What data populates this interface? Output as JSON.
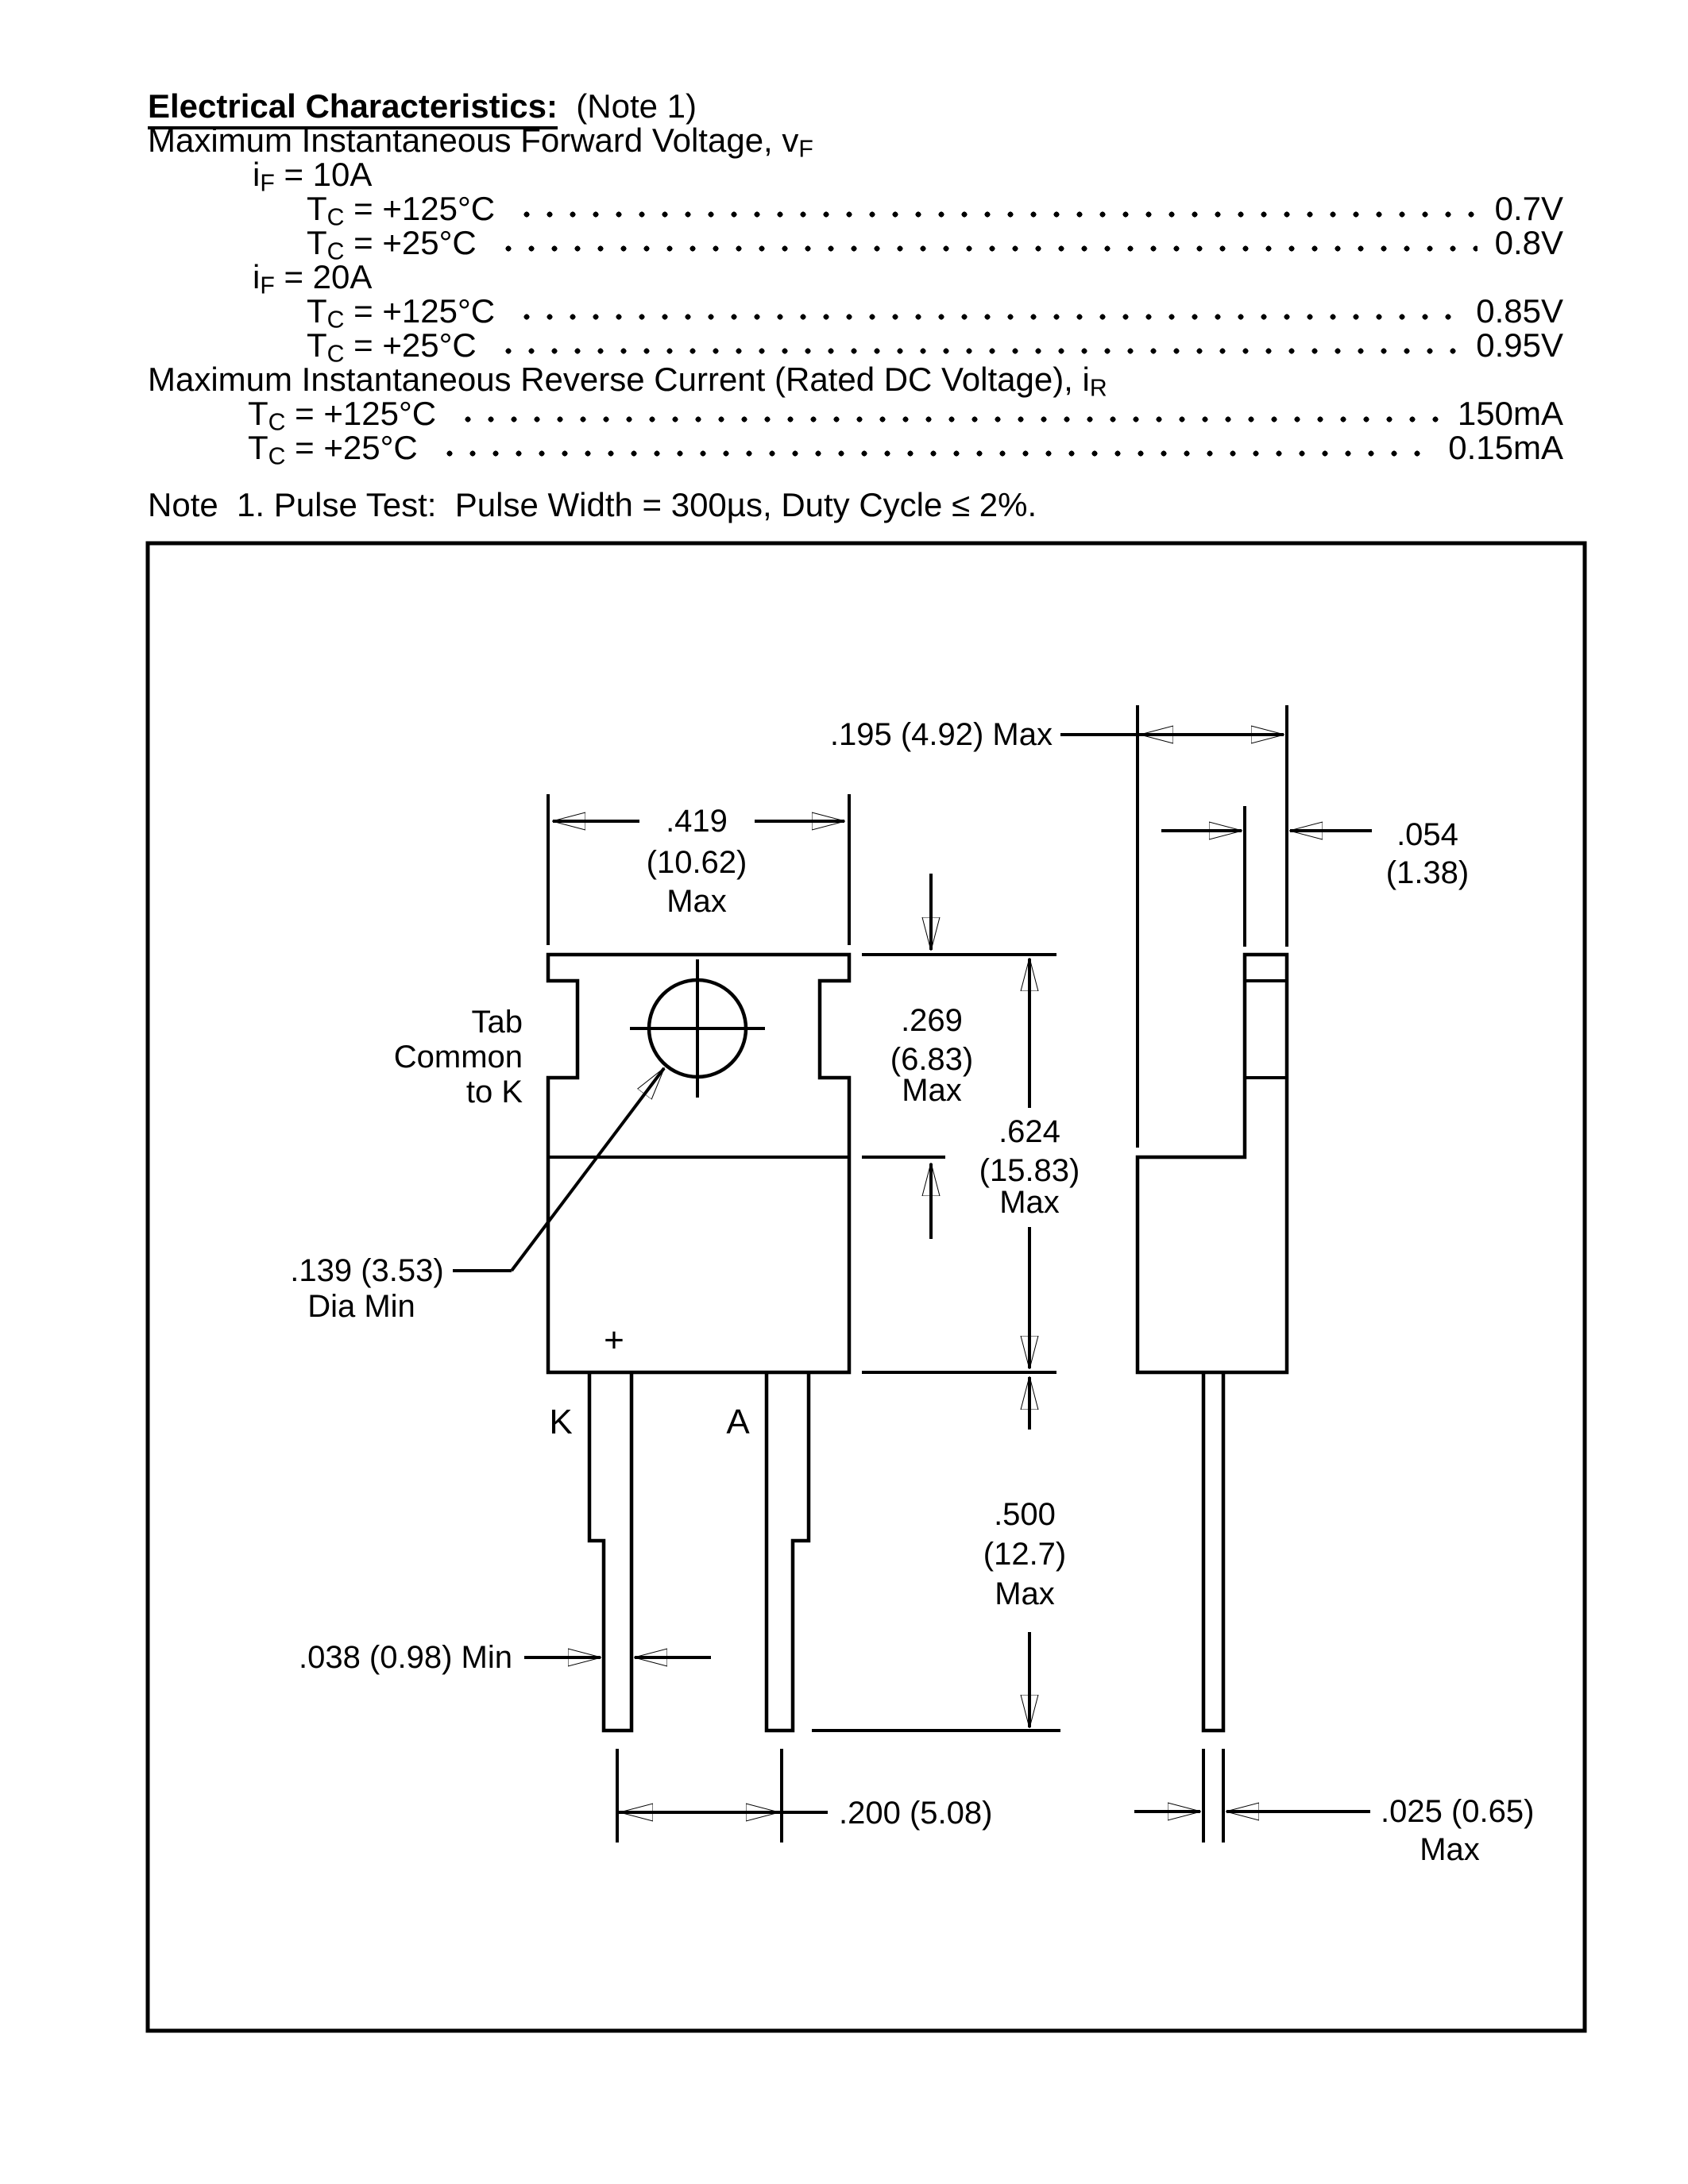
{
  "specs": {
    "title": "Electrical Characteristics:",
    "title_suffix": "  (Note 1)",
    "rows": [
      {
        "pre": "Maximum Instantaneous Forward Voltage, v",
        "sub": "F",
        "post": "",
        "value": ""
      },
      {
        "pre": "i",
        "sub": "F",
        "post": " = 10A",
        "value": ""
      },
      {
        "pre": "T",
        "sub": "C",
        "post": " = +125°C",
        "value": "0.7V"
      },
      {
        "pre": "T",
        "sub": "C",
        "post": " = +25°C",
        "value": "0.8V"
      },
      {
        "pre": "i",
        "sub": "F",
        "post": " = 20A",
        "value": ""
      },
      {
        "pre": "T",
        "sub": "C",
        "post": " = +125°C",
        "value": "0.85V"
      },
      {
        "pre": "T",
        "sub": "C",
        "post": " = +25°C",
        "value": "0.95V"
      },
      {
        "pre": "Maximum Instantaneous Reverse Current (Rated DC Voltage), i",
        "sub": "R",
        "post": "",
        "value": ""
      },
      {
        "pre": "T",
        "sub": "C",
        "post": " = +125°C",
        "value": "150mA"
      },
      {
        "pre": "T",
        "sub": "C",
        "post": " = +25°C",
        "value": "0.15mA"
      }
    ],
    "note": "Note  1. Pulse Test:  Pulse Width = 300µs, Duty Cycle ≤ 2%."
  },
  "diagram": {
    "tab_note": [
      "Tab",
      "Common",
      "to K"
    ],
    "hole_dia": [
      ".139 (3.53)",
      "Dia Min"
    ],
    "lead_k": "K",
    "lead_a": "A",
    "polarity_mark": "+",
    "dim_body_width": [
      ".419",
      "(10.62)",
      "Max"
    ],
    "dim_tab_height": [
      ".269",
      "(6.83)",
      "Max"
    ],
    "dim_overall_height": [
      ".624",
      "(15.83)",
      "Max"
    ],
    "dim_lead_length": [
      ".500",
      "(12.7)",
      "Max"
    ],
    "dim_lead_width": ".038 (0.98) Min",
    "dim_lead_spacing": ".200 (5.08)",
    "dim_body_depth": ".195 (4.92) Max",
    "dim_tab_thickness": [
      ".054",
      "(1.38)"
    ],
    "dim_lead_thickness": [
      ".025 (0.65)",
      "Max"
    ],
    "ink_color": "#000000",
    "paper_color": "#ffffff"
  }
}
